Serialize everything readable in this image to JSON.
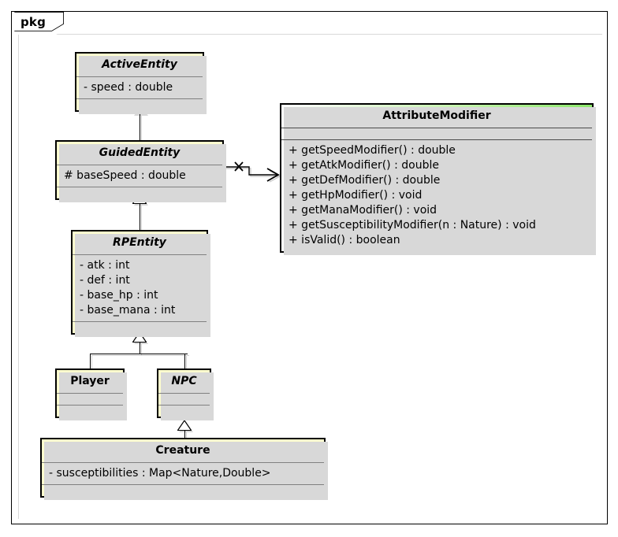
{
  "diagram": {
    "kind": "uml-class-diagram",
    "package_label": "pkg",
    "background": "#ffffff",
    "class_fill": "#FEFECE",
    "interface_fill_start": "#ffffff",
    "interface_fill_end": "#8CE86B",
    "border_color": "#000000"
  },
  "classes": {
    "active_entity": {
      "name": "ActiveEntity",
      "abstract": true,
      "attributes": [
        "- speed : double"
      ],
      "methods": []
    },
    "guided_entity": {
      "name": "GuidedEntity",
      "abstract": true,
      "attributes": [
        "# baseSpeed : double"
      ],
      "methods": []
    },
    "rp_entity": {
      "name": "RPEntity",
      "abstract": true,
      "attributes": [
        "- atk : int",
        "- def : int",
        "- base_hp : int",
        "- base_mana : int"
      ],
      "methods": []
    },
    "player": {
      "name": "Player",
      "abstract": false,
      "attributes": [],
      "methods": []
    },
    "npc": {
      "name": "NPC",
      "abstract": true,
      "attributes": [],
      "methods": []
    },
    "creature": {
      "name": "Creature",
      "abstract": false,
      "attributes": [
        "- susceptibilities : Map<Nature,Double>"
      ],
      "methods": []
    },
    "attribute_modifier": {
      "name": "AttributeModifier",
      "abstract": false,
      "attributes": [],
      "methods": [
        "+ getSpeedModifier() : double",
        "+ getAtkModifier() : double",
        "+ getDefModifier() : double",
        "+ getHpModifier() : void",
        "+ getManaModifier() : void",
        "+ getSusceptibilityModifier(n : Nature) : void",
        "+ isValid() : boolean"
      ]
    }
  },
  "relations": [
    {
      "from": "GuidedEntity",
      "to": "ActiveEntity",
      "type": "generalization"
    },
    {
      "from": "RPEntity",
      "to": "GuidedEntity",
      "type": "generalization"
    },
    {
      "from": "Player",
      "to": "RPEntity",
      "type": "generalization"
    },
    {
      "from": "NPC",
      "to": "RPEntity",
      "type": "generalization"
    },
    {
      "from": "Creature",
      "to": "NPC",
      "type": "generalization"
    },
    {
      "from": "GuidedEntity",
      "to": "AttributeModifier",
      "type": "association",
      "adornment": "cross-navigability"
    }
  ]
}
